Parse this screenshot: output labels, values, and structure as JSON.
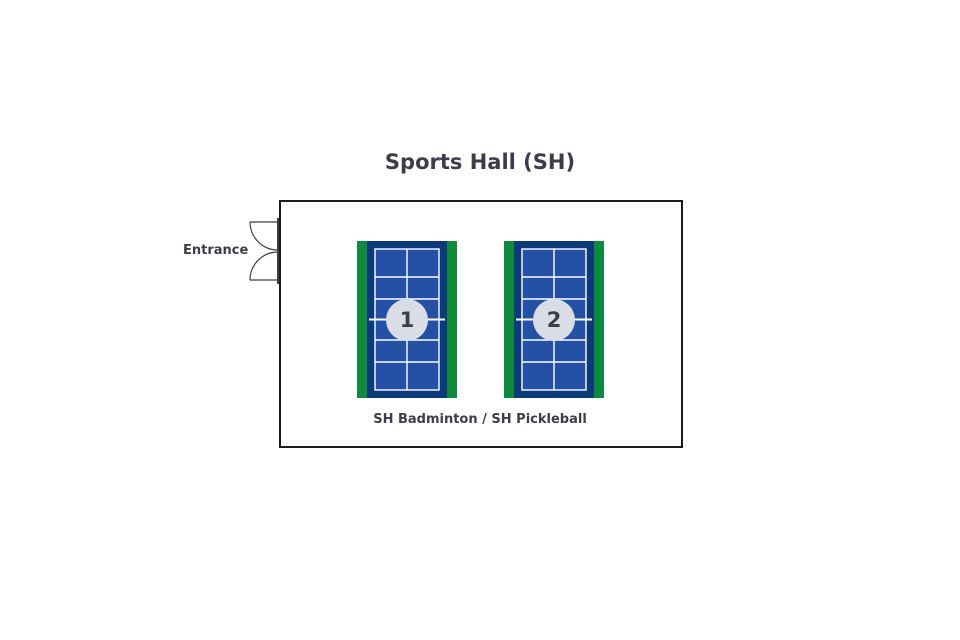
{
  "hall": {
    "title": "Sports Hall (SH)",
    "entrance_label": "Entrance",
    "courts_label": "SH Badminton / SH Pickleball"
  },
  "courts": [
    {
      "number": "1"
    },
    {
      "number": "2"
    }
  ],
  "colors": {
    "court_surface": "#2451a6",
    "court_border": "#0d3b7a",
    "court_side": "#0f8a3c",
    "court_lines": "#ffffff",
    "number_badge": "#d8dde8",
    "text": "#3a3e4b",
    "wall": "#1c1c1c"
  }
}
